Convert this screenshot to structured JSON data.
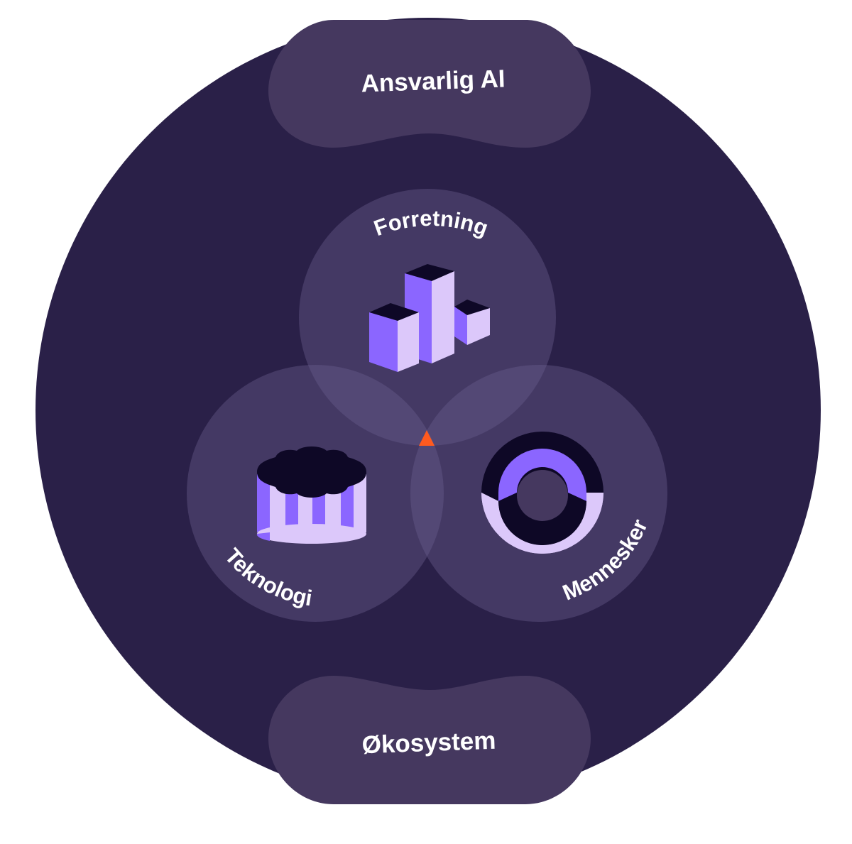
{
  "diagram": {
    "labels": {
      "top": "Ansvarlig AI",
      "bottom": "Økosystem",
      "business": "Forretning",
      "technology": "Teknologi",
      "people": "Mennesker"
    },
    "icons": {
      "business": "bar-blocks-icon",
      "technology": "gear-cylinder-icon",
      "people": "ring-icon",
      "center": "triangle-marker-icon"
    },
    "colors": {
      "background_circle": "#2a2048",
      "pill": "#45385f",
      "venn_fill": "#6a5c8c",
      "icon_purple": "#8b66ff",
      "icon_lilac": "#dcc8fa",
      "icon_dark": "#0e0826",
      "accent": "#ff5a1f"
    }
  }
}
